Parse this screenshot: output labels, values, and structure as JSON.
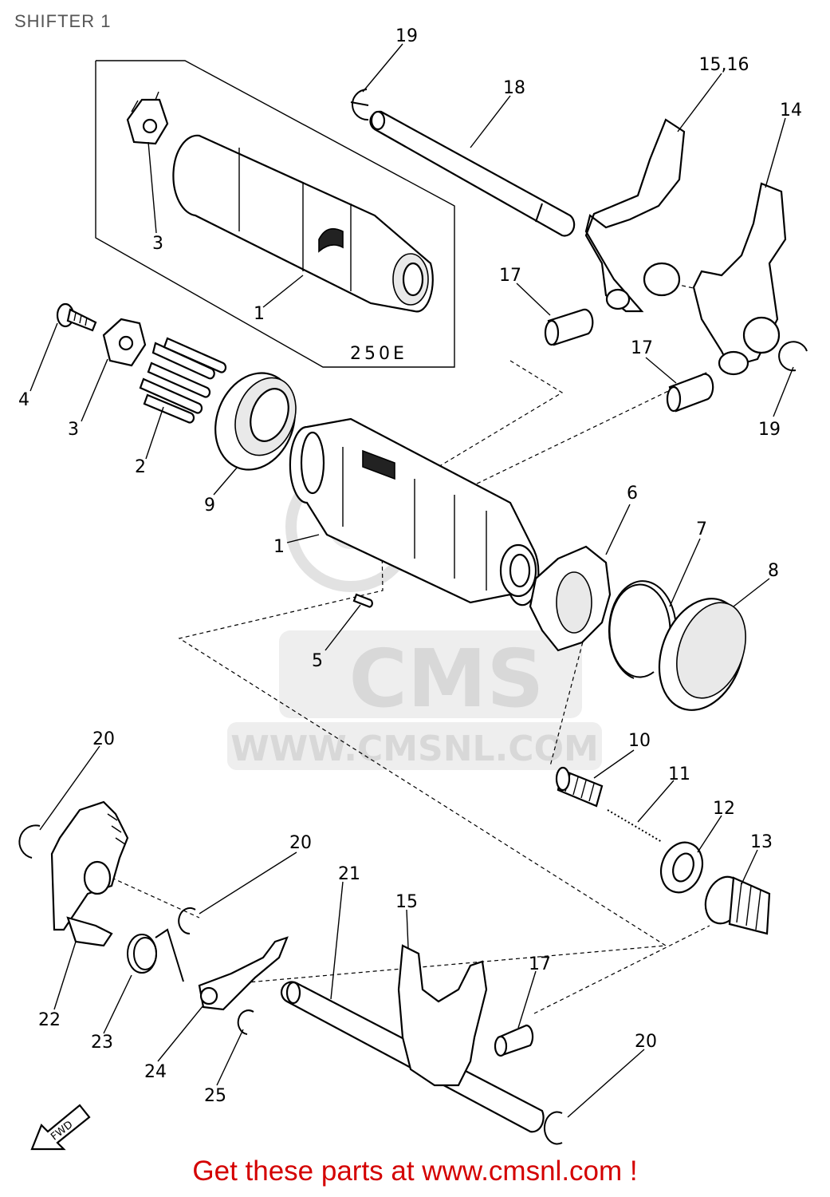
{
  "page": {
    "title": "SHIFTER 1",
    "footer": "Get these parts at www.cmsnl.com !"
  },
  "watermark": {
    "logo_text": "CMS",
    "url_text": "WWW.CMSNL.COM"
  },
  "inset_label": "250E",
  "fwd_label": "FWD",
  "callouts": {
    "c19a": "19",
    "c18": "18",
    "c1516": "15,16",
    "c14": "14",
    "c3a": "3",
    "c1a": "1",
    "c17a": "17",
    "c17b": "17",
    "c19b": "19",
    "c4": "4",
    "c3b": "3",
    "c2": "2",
    "c9": "9",
    "c1b": "1",
    "c6": "6",
    "c7": "7",
    "c8": "8",
    "c5": "5",
    "c10": "10",
    "c11": "11",
    "c12": "12",
    "c13": "13",
    "c20a": "20",
    "c20b": "20",
    "c21": "21",
    "c15": "15",
    "c17c": "17",
    "c20c": "20",
    "c22": "22",
    "c23": "23",
    "c24": "24",
    "c25": "25"
  },
  "colors": {
    "footer_text": "#d40000",
    "title_text": "#555555",
    "watermark": "#d8d8d8"
  }
}
